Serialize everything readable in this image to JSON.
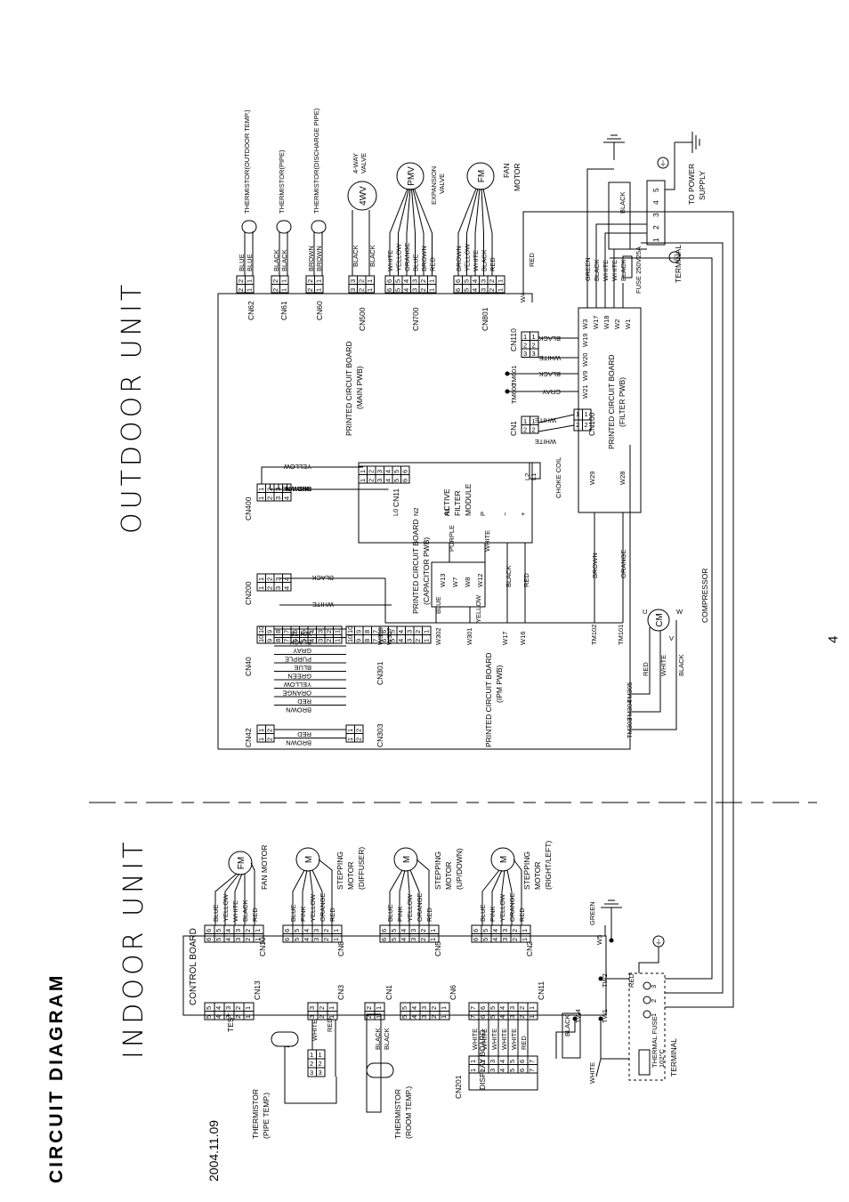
{
  "header": {
    "title": "CIRCUIT DIAGRAM",
    "date": "2004.11.09",
    "page_number": "4"
  },
  "sections": {
    "indoor": "INDOOR UNIT",
    "outdoor": "OUTDOOR UNIT"
  },
  "boards": {
    "control_board": "CONTROL BOARD",
    "display_board": "DISPLAY BOARD",
    "main_pwb": [
      "PRINTED CIRCUIT BOARD",
      "(MAIN PWB)"
    ],
    "filter_pwb": [
      "PRINTED CIRCUIT BOARD",
      "(FILTER PWB)"
    ],
    "capacitor_pwb": [
      "PRINTED CIRCUIT BOARD",
      "(CAPACITOR PWB)"
    ],
    "ipm_pwb": [
      "PRINTED CIRCUIT BOARD",
      "(IPM PWB)"
    ],
    "active_filter": [
      "ACTIVE",
      "FILTER",
      "MODULE"
    ],
    "choke_coil": "CHOKE COIL"
  },
  "indoor": {
    "connectors": [
      "CN10",
      "CN8",
      "CN5",
      "CN2",
      "CN13",
      "CN3",
      "CN1",
      "CN6",
      "CN11",
      "CN201"
    ],
    "test": "TEST",
    "motors": [
      {
        "lines": [
          "FAN MOTOR"
        ],
        "symbol": "FM",
        "wires": [
          "BLUE",
          "YELLOW",
          "WHITE",
          "BLACK",
          "RED"
        ]
      },
      {
        "lines": [
          "STEPPING",
          "MOTOR",
          "(DIFFUSER)"
        ],
        "symbol": "M",
        "wires": [
          "BLUE",
          "PINK",
          "YELLOW",
          "ORANGE",
          "RED"
        ]
      },
      {
        "lines": [
          "STEPPING",
          "MOTOR",
          "(UP/DOWN)"
        ],
        "symbol": "M",
        "wires": [
          "BLUE",
          "PINK",
          "YELLOW",
          "ORANGE",
          "RED"
        ]
      },
      {
        "lines": [
          "STEPPING",
          "MOTOR",
          "(RIGHT/LEFT)"
        ],
        "symbol": "M",
        "wires": [
          "BLUE",
          "PINK",
          "YELLOW",
          "ORANGE",
          "RED"
        ]
      }
    ],
    "thermistor_pipe": [
      "THERMISTOR",
      "(PIPE TEMP.)"
    ],
    "thermistor_room": [
      "THERMISTOR",
      "(ROOM TEMP.)"
    ],
    "cn3_wires": [
      "WHITE",
      "RED"
    ],
    "cn1_wires": [
      "BLACK",
      "BLACK"
    ],
    "display_wires": [
      "WHITE",
      "WHITE",
      "WHITE",
      "WHITE",
      "WHITE",
      "RED"
    ],
    "pins": [
      "TW4",
      "TW1",
      "TW2",
      "W5"
    ],
    "terminal": "TERMINAL",
    "thermal_fuse": [
      "THERMAL FUSE",
      "102°C"
    ],
    "wires": {
      "green": "GREEN",
      "black": "BLACK",
      "white": "WHITE",
      "red": "RED"
    },
    "terminal_pins": [
      "1",
      "2",
      "3"
    ]
  },
  "outdoor": {
    "connectors": [
      "CN62",
      "CN61",
      "CN60",
      "CN500",
      "CN700",
      "CN801",
      "CN110",
      "CN1",
      "CN100",
      "CN400",
      "CN11",
      "CN200",
      "CN40",
      "CN301",
      "CN42",
      "CN303"
    ],
    "sensors": [
      {
        "label": "THERMISTOR(OUTDOOR TEMP.)",
        "wires": [
          "BLUE",
          "BLUE"
        ]
      },
      {
        "label": "THERMISTOR(PIPE)",
        "wires": [
          "BLACK",
          "BLACK"
        ]
      },
      {
        "label": "THERMISTOR(DISCHARGE PIPE)",
        "wires": [
          "BROWN",
          "BROWN"
        ]
      }
    ],
    "four_way": {
      "symbol": "4WV",
      "label": [
        "4-WAY",
        "VALVE"
      ],
      "wires": [
        "BLACK",
        "BLACK"
      ]
    },
    "pmv": {
      "symbol": "PMV",
      "label": [
        "EXPANSION",
        "VALVE"
      ],
      "wires": [
        "WHITE",
        "YELLOW",
        "ORANGE",
        "BLUE",
        "BROWN",
        "RED"
      ]
    },
    "fan": {
      "symbol": "FM",
      "label": [
        "FAN",
        "MOTOR"
      ],
      "wires": [
        "BROWN",
        "YELLOW",
        "WHITE",
        "BLACK",
        "RED"
      ]
    },
    "supply": {
      "terminal": "TERMINAL",
      "label": [
        "TO POWER",
        "SUPPLY"
      ],
      "fuse": "FUSE 250V25A",
      "pins": [
        "1",
        "2",
        "3",
        "4",
        "5"
      ],
      "cable": "BLACK"
    },
    "filter_w": [
      "W3",
      "W17",
      "W18",
      "W2",
      "W1"
    ],
    "filter_w_wires": [
      "GREEN",
      "BLACK",
      "WHITE",
      "WHITE",
      "BLACK"
    ],
    "cn110_wires": [
      {
        "pin": "W19",
        "wire": "BLACK"
      },
      {
        "pin": "W20",
        "wire": "WHITE"
      }
    ],
    "tm_links": [
      {
        "pin": "W9",
        "tm": "TM601",
        "wire": "BLACK"
      },
      {
        "pin": "W21",
        "tm": "TM600",
        "wire": "GRAY"
      }
    ],
    "cn1_wires": [
      "WHITE",
      "WHITE"
    ],
    "w29_wire": "BROWN",
    "w28_wire": "ORANGE",
    "w4": "W4",
    "w4_wire": "RED",
    "cn400_wires": [
      "YELLOW",
      "ORANGE",
      "RED",
      "BROWN"
    ],
    "cn200_wires": [
      "BLACK",
      "WHITE"
    ],
    "cn40_wires": [
      "WHITE",
      "BLACK",
      "GRAY",
      "PURPLE",
      "BLUE",
      "GREEN",
      "YELLOW",
      "ORANGE",
      "RED",
      "BROWN"
    ],
    "cn42_wires": [
      "RED",
      "BROWN"
    ],
    "af_pins": [
      "L0",
      "N2",
      "N1",
      "P",
      "−",
      "+",
      "L2",
      "L1"
    ],
    "cap_pins": [
      "W13",
      "W7",
      "W8",
      "W12"
    ],
    "cap_wires": [
      "PURPLE",
      "WHITE",
      "BLUE",
      "YELLOW",
      "BLACK",
      "RED"
    ],
    "ipm_pins": [
      "W306",
      "W307",
      "W302",
      "W301",
      "W17",
      "W16",
      "TM102",
      "TM101",
      "TM305",
      "TM304",
      "TM303"
    ],
    "uvw": [
      "U",
      "V",
      "W"
    ],
    "comp": {
      "symbol": "CM",
      "label": "COMPRESSOR",
      "wires": [
        "RED",
        "WHITE",
        "BLACK"
      ]
    },
    "brown_wire": "BROWN",
    "orange_wire": "ORANGE"
  }
}
